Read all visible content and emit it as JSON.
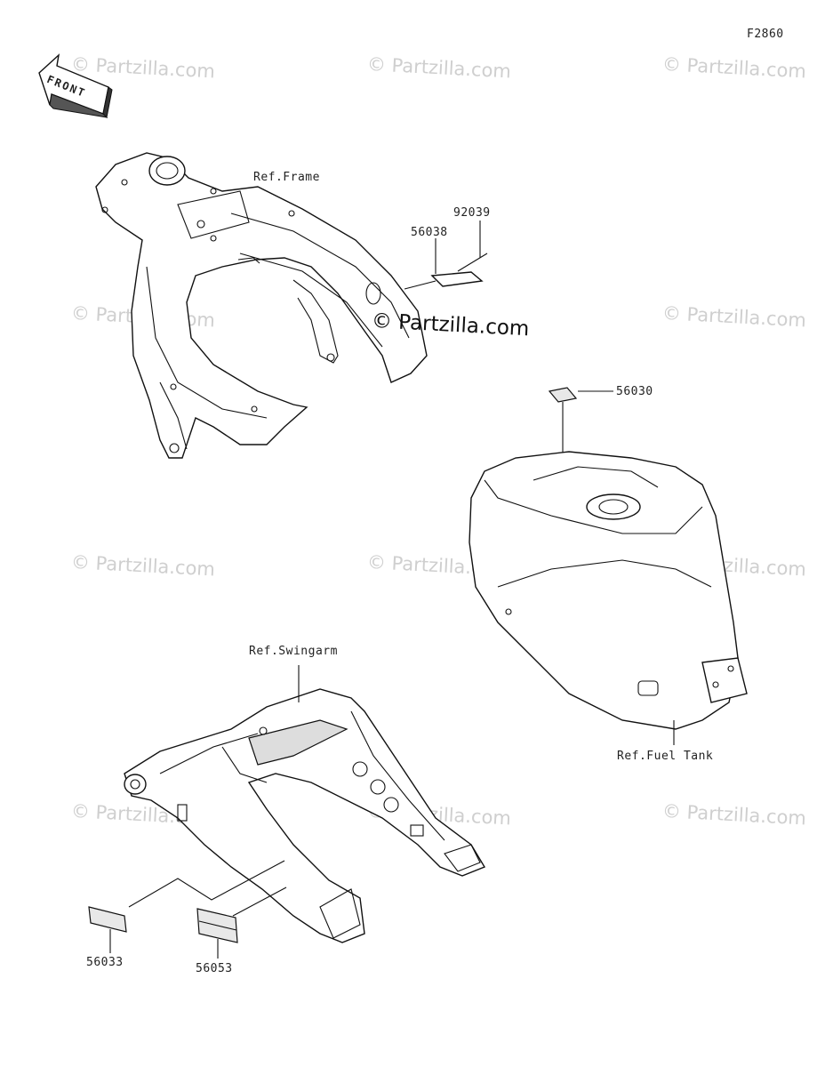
{
  "diagram": {
    "code": "F2860",
    "front_label": "FRONT",
    "watermark": "© Partzilla.com",
    "ref_labels": {
      "frame": "Ref.Frame",
      "swingarm": "Ref.Swingarm",
      "fuel_tank": "Ref.Fuel Tank"
    },
    "part_numbers": {
      "p92039": "92039",
      "p56038": "56038",
      "p56030": "56030",
      "p56033": "56033",
      "p56053": "56053"
    }
  }
}
